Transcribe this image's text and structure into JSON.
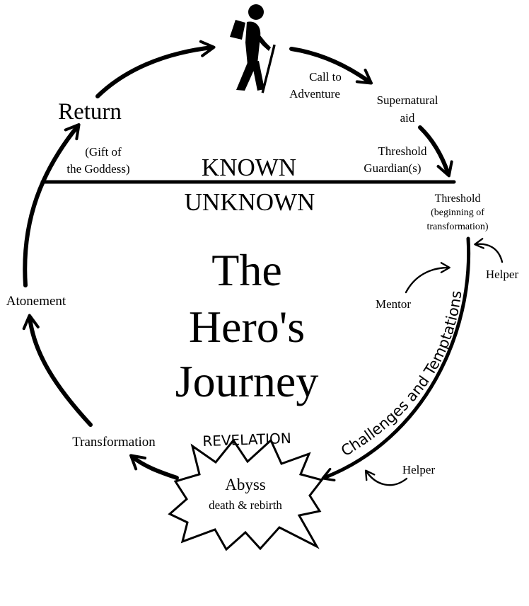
{
  "diagram": {
    "stages": {
      "return": "Return",
      "call_line1": "Call to",
      "call_line2": "Adventure",
      "supernatural_line1": "Supernatural",
      "supernatural_line2": "aid",
      "gift_line1": "(Gift of",
      "gift_line2": "the Goddess)",
      "guardian_line1": "Threshold",
      "guardian_line2": "Guardian(s)",
      "threshold_line1": "Threshold",
      "threshold_line2": "(beginning of",
      "threshold_line3": "transformation)",
      "helper_top": "Helper",
      "mentor": "Mentor",
      "atonement": "Atonement",
      "transformation": "Transformation",
      "helper_bottom": "Helper",
      "revelation": "REVELATION",
      "abyss": "Abyss",
      "abyss_sub": "death & rebirth",
      "challenges": "Challenges and Temptations"
    },
    "regions": {
      "known": "KNOWN",
      "unknown": "UNKNOWN"
    },
    "title": {
      "line1": "The",
      "line2": "Hero's",
      "line3": "Journey"
    }
  }
}
